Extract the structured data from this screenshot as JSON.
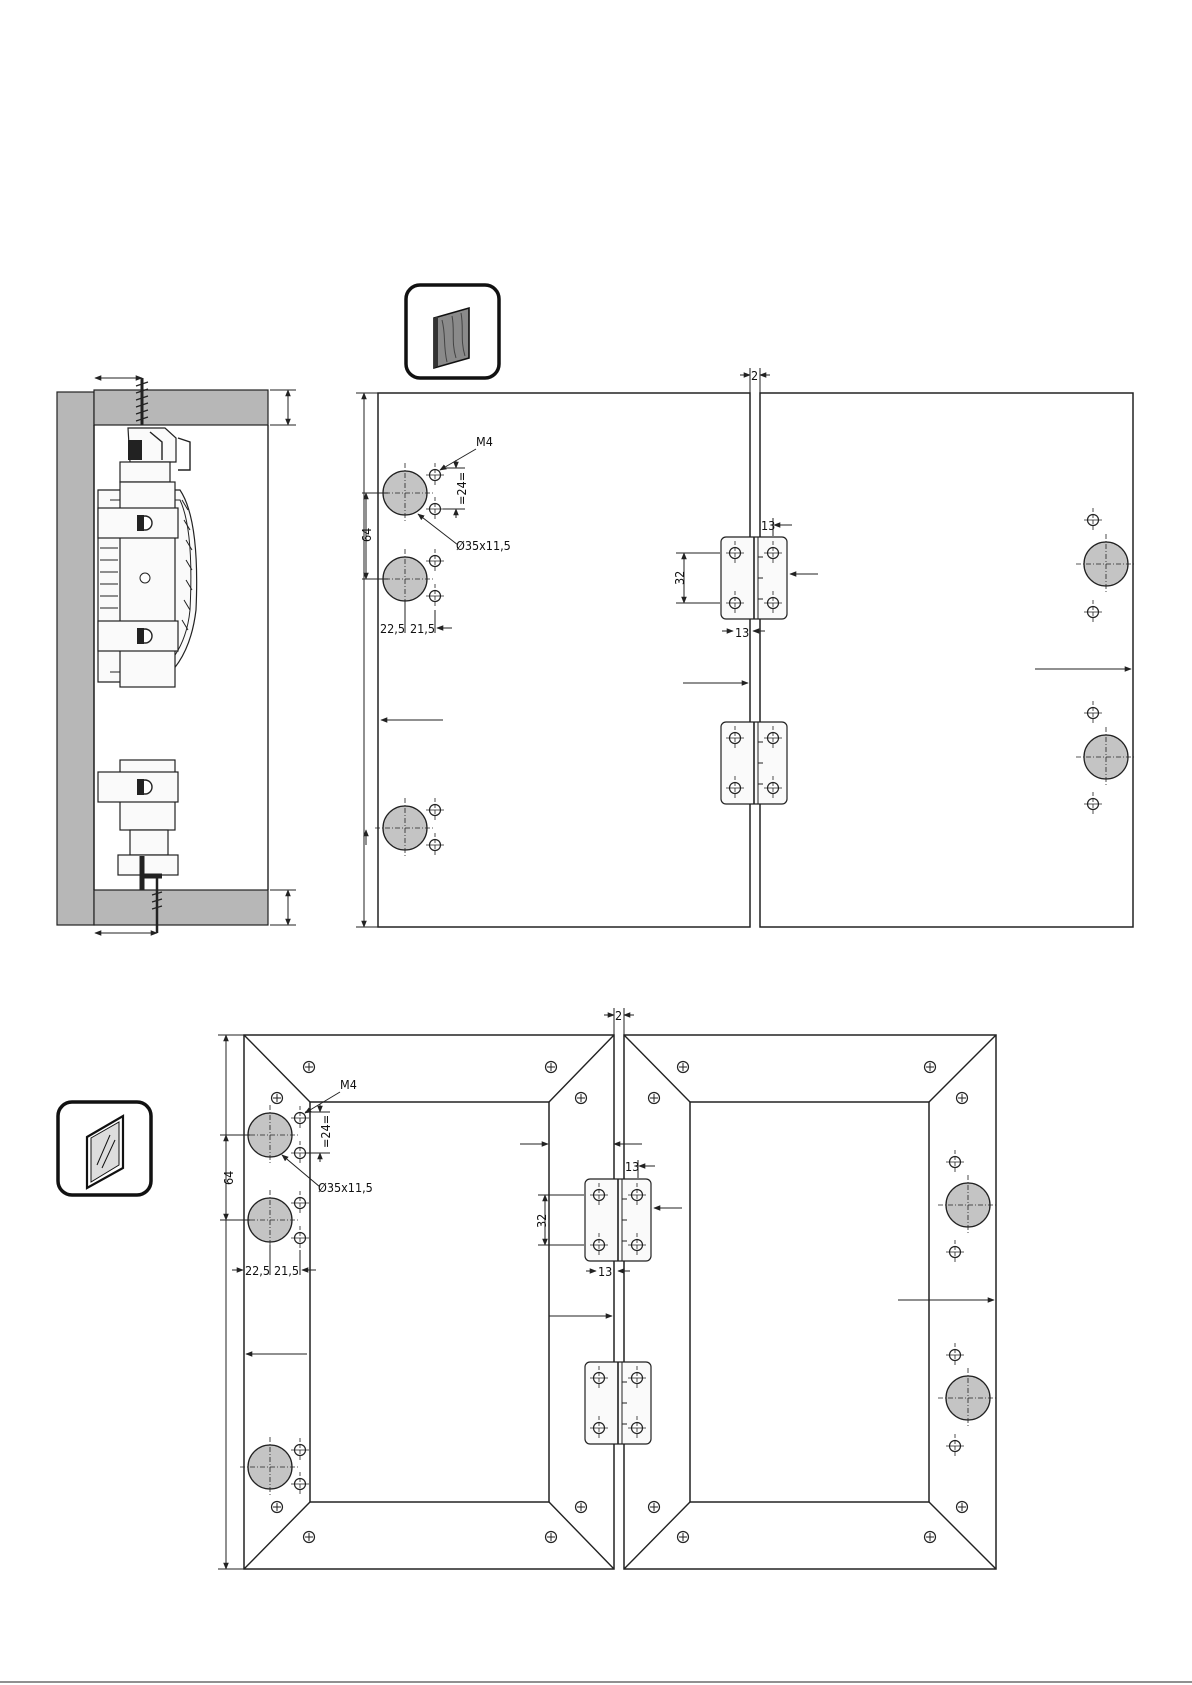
{
  "top_drawing": {
    "gap_label": "2",
    "thread_label": "M4",
    "pitch_label": "=24=",
    "cup_label": "Ø35x11,5",
    "spacing_label": "64",
    "edge_offset_label": "22,5",
    "pin_offset_label": "21,5",
    "hinge_height_label": "32",
    "hinge_offset_top_label": "13",
    "hinge_offset_bottom_label": "13"
  },
  "bottom_drawing": {
    "gap_label": "2",
    "thread_label": "M4",
    "pitch_label": "=24=",
    "cup_label": "Ø35x11,5",
    "spacing_label": "64",
    "edge_offset_label": "22,5",
    "pin_offset_label": "21,5",
    "hinge_height_label": "32",
    "hinge_offset_top_label": "13",
    "hinge_offset_bottom_label": "13"
  },
  "icons": [
    "wood-door-icon",
    "glass-door-icon"
  ],
  "colors": {
    "line": "#222222",
    "fill_grey": "#b7b7b7",
    "cup_grey": "#c4c4c4"
  }
}
